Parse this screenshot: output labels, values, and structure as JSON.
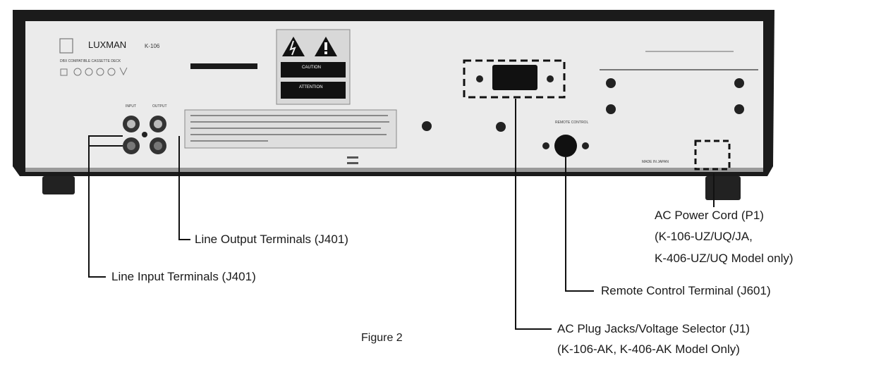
{
  "device": {
    "brand": "LUXMAN",
    "model": "K-106",
    "subtitle": "DBX COMPATIBLE CASSETTE DECK",
    "caution_label": "CAUTION",
    "attention_label": "ATTENTION",
    "input_label": "INPUT",
    "output_label": "OUTPUT",
    "remote_label": "REMOTE CONTROL",
    "made_in_label": "MADE IN JAPAN"
  },
  "callouts": {
    "line_output": "Line Output Terminals (J401)",
    "line_input": "Line Input Terminals (J401)",
    "ac_power_cord": [
      "AC Power Cord (P1)",
      "(K-106-UZ/UQ/JA,",
      "K-406-UZ/UQ Model only)"
    ],
    "remote_terminal": "Remote Control Terminal (J601)",
    "ac_plug": [
      "AC Plug Jacks/Voltage Selector (J1)",
      "(K-106-AK, K-406-AK Model Only)"
    ]
  },
  "caption": "Figure 2"
}
